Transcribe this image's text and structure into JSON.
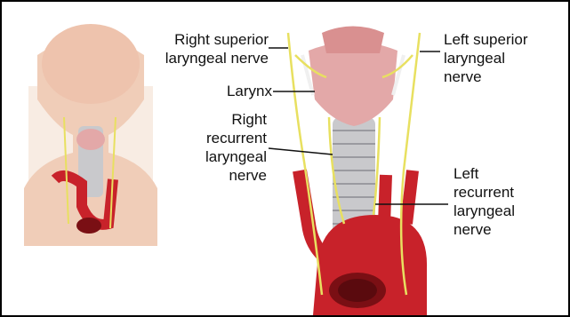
{
  "labels": {
    "right_superior": "Right superior\nlaryngeal nerve",
    "larynx": "Larynx",
    "right_recurrent": "Right\nrecurrent\nlaryngeal\nnerve",
    "left_superior": "Left superior\nlaryngeal\nnerve",
    "left_recurrent": "Left\nrecurrent\nlaryngeal\nnerve"
  },
  "colors": {
    "nerve": "#e8e060",
    "artery": "#c8222a",
    "trachea": "#c9c9cc",
    "larynx": "#e3a8a8",
    "skin": "#f0cdb8"
  }
}
